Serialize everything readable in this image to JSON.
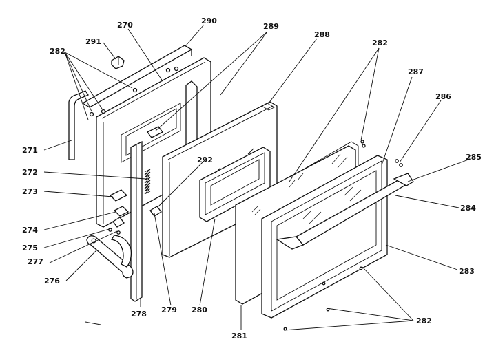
{
  "diagram": {
    "labels": {
      "l282a": "282",
      "l291": "291",
      "l270": "270",
      "l290": "290",
      "l289": "289",
      "l288": "288",
      "l282b": "282",
      "l287": "287",
      "l286": "286",
      "l285": "285",
      "l284": "284",
      "l283": "283",
      "l282c": "282",
      "l271": "271",
      "l272": "272",
      "l273": "273",
      "l274": "274",
      "l275": "275",
      "l277": "277",
      "l276": "276",
      "l278": "278",
      "l279": "279",
      "l280": "280",
      "l281": "281",
      "l292": "292"
    }
  }
}
